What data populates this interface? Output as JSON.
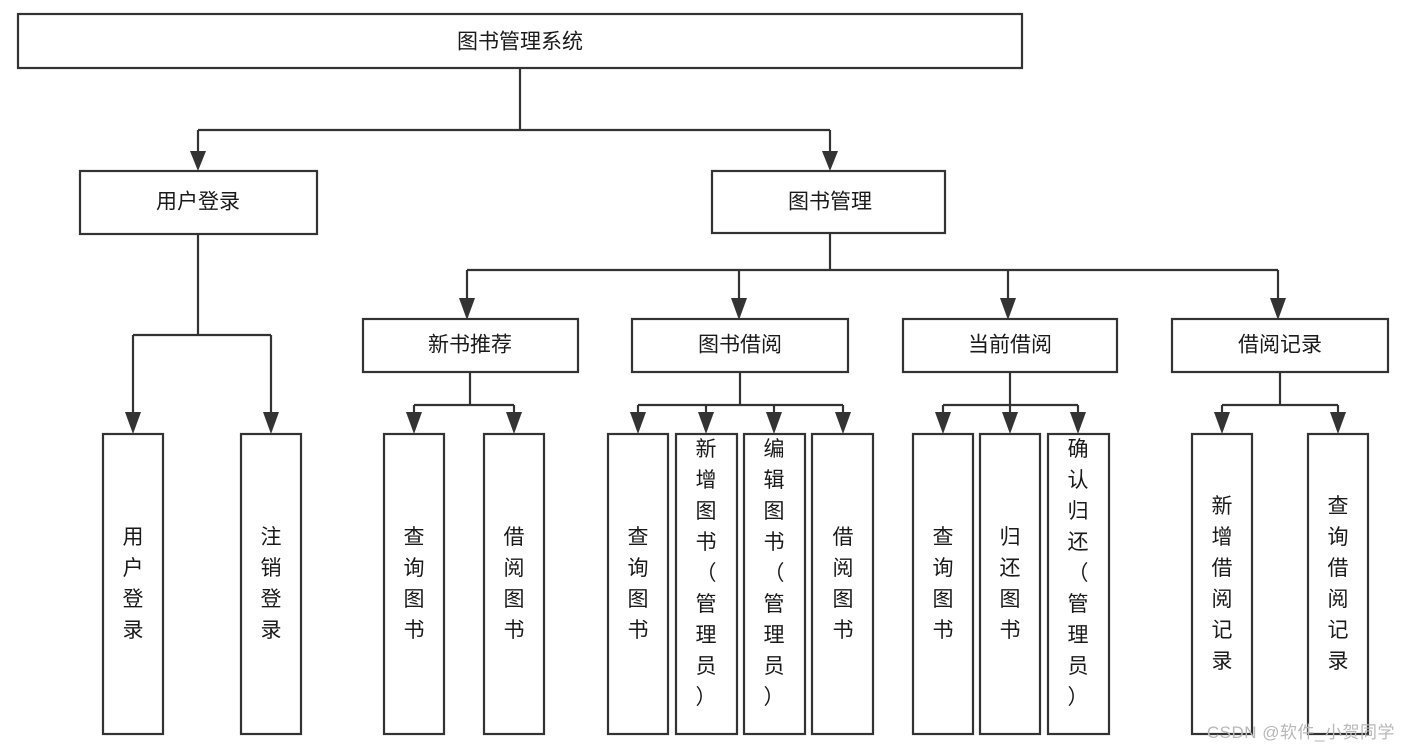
{
  "diagram": {
    "title": "图书管理系统",
    "type": "tree",
    "watermark": "CSDN @软件_小贺同学",
    "colors": {
      "box_stroke": "#333333",
      "box_fill": "#ffffff",
      "text": "#1a1a1a",
      "watermark": "#b8b8b8",
      "background": "#ffffff"
    },
    "root": {
      "label": "图书管理系统"
    },
    "level1": [
      {
        "label": "用户登录"
      },
      {
        "label": "图书管理"
      }
    ],
    "level2": [
      {
        "label": "新书推荐",
        "parent": "图书管理"
      },
      {
        "label": "图书借阅",
        "parent": "图书管理"
      },
      {
        "label": "当前借阅",
        "parent": "图书管理"
      },
      {
        "label": "借阅记录",
        "parent": "图书管理"
      }
    ],
    "leaves": {
      "用户登录": [
        {
          "label": "用户登录"
        },
        {
          "label": "注销登录"
        }
      ],
      "新书推荐": [
        {
          "label": "查询图书"
        },
        {
          "label": "借阅图书"
        }
      ],
      "图书借阅": [
        {
          "label": "查询图书"
        },
        {
          "label": "新增图书（管理员）"
        },
        {
          "label": "编辑图书（管理员）"
        },
        {
          "label": "借阅图书"
        }
      ],
      "当前借阅": [
        {
          "label": "查询图书"
        },
        {
          "label": "归还图书"
        },
        {
          "label": "确认归还（管理员）"
        }
      ],
      "借阅记录": [
        {
          "label": "新增借阅记录"
        },
        {
          "label": "查询借阅记录"
        }
      ]
    }
  }
}
